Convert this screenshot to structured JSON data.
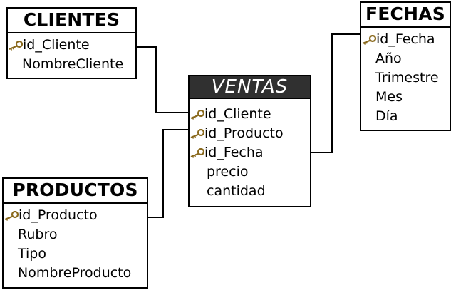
{
  "entities": {
    "clientes": {
      "title": "CLIENTES",
      "fields": [
        {
          "name": "id_Cliente",
          "key": true
        },
        {
          "name": "NombreCliente",
          "key": false
        }
      ]
    },
    "fechas": {
      "title": "FECHAS",
      "fields": [
        {
          "name": "id_Fecha",
          "key": true
        },
        {
          "name": "Año",
          "key": false
        },
        {
          "name": "Trimestre",
          "key": false
        },
        {
          "name": "Mes",
          "key": false
        },
        {
          "name": "Día",
          "key": false
        }
      ]
    },
    "ventas": {
      "title": "VENTAS",
      "fields": [
        {
          "name": "id_Cliente",
          "key": true
        },
        {
          "name": "id_Producto",
          "key": true
        },
        {
          "name": "id_Fecha",
          "key": true
        },
        {
          "name": "precio",
          "key": false
        },
        {
          "name": "cantidad",
          "key": false
        }
      ]
    },
    "productos": {
      "title": "PRODUCTOS",
      "fields": [
        {
          "name": "id_Producto",
          "key": true
        },
        {
          "name": "Rubro",
          "key": false
        },
        {
          "name": "Tipo",
          "key": false
        },
        {
          "name": "NombreProducto",
          "key": false
        }
      ]
    }
  },
  "colors": {
    "key_icon": "#8a6a1e",
    "fact_header": "#303030"
  },
  "icons": {
    "primary_key": "key-icon"
  }
}
